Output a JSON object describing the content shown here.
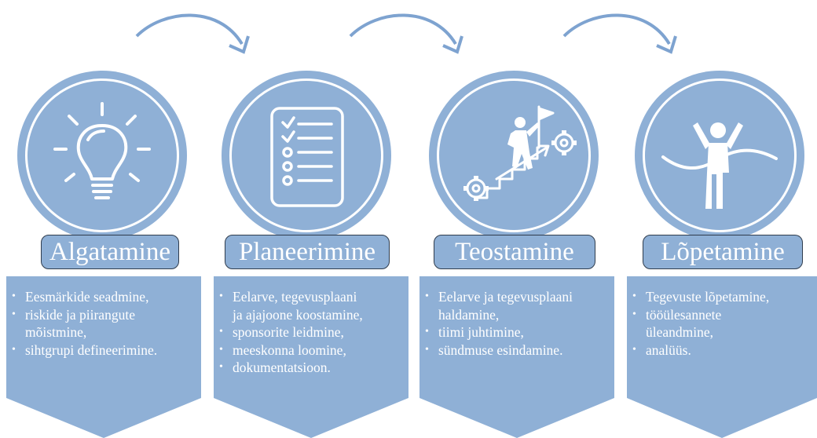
{
  "stages": [
    {
      "title": "Algatamine",
      "icon": "lightbulb-icon",
      "bullets": [
        {
          "text": "Eesmärkide seadmine,",
          "cont": ""
        },
        {
          "text": "riskide ja piirangute",
          "cont": "mõistmine,"
        },
        {
          "text": "sihtgrupi defineerimine.",
          "cont": ""
        }
      ]
    },
    {
      "title": "Planeerimine",
      "icon": "checklist-icon",
      "bullets": [
        {
          "text": "Eelarve, tegevusplaani",
          "cont": "ja ajajoone koostamine,"
        },
        {
          "text": "sponsorite leidmine,",
          "cont": ""
        },
        {
          "text": "meeskonna loomine,",
          "cont": ""
        },
        {
          "text": "dokumentatsioon.",
          "cont": ""
        }
      ]
    },
    {
      "title": "Teostamine",
      "icon": "climbing-goal-icon",
      "bullets": [
        {
          "text": "Eelarve ja tegevusplaani",
          "cont": "haldamine,"
        },
        {
          "text": "tiimi juhtimine,",
          "cont": ""
        },
        {
          "text": "sündmuse esindamine.",
          "cont": ""
        }
      ]
    },
    {
      "title": "Lõpetamine",
      "icon": "finish-line-runner-icon",
      "bullets": [
        {
          "text": "Tegevuste lõpetamine,",
          "cont": ""
        },
        {
          "text": "tööülesannete",
          "cont": "üleandmine,"
        },
        {
          "text": "analüüs.",
          "cont": ""
        }
      ]
    }
  ],
  "colors": {
    "fill": "#8fb0d6",
    "arrow": "#7ea3d0",
    "text": "#ffffff",
    "border": "#2f3c4d"
  },
  "bullet_char": "•"
}
